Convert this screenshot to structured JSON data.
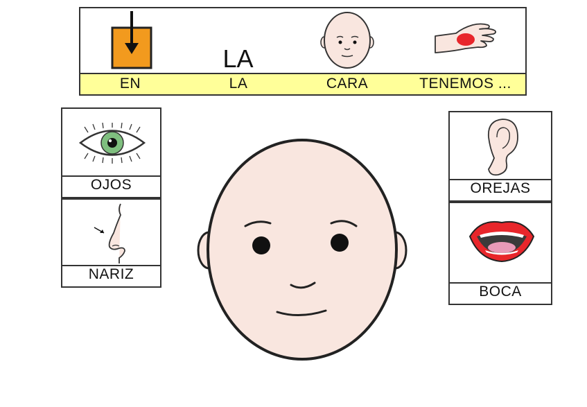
{
  "strip": {
    "words": [
      {
        "label": "EN",
        "icon": "arrow-into-box-icon"
      },
      {
        "label": "LA",
        "icon": "text-la",
        "display": "LA"
      },
      {
        "label": "CARA",
        "icon": "face-icon"
      },
      {
        "label": "TENEMOS ...",
        "icon": "hand-holding-icon"
      }
    ]
  },
  "cards": {
    "ojos": {
      "label": "OJOS",
      "icon": "eye-icon"
    },
    "nariz": {
      "label": "NARIZ",
      "icon": "nose-icon"
    },
    "orejas": {
      "label": "OREJAS",
      "icon": "ear-icon"
    },
    "boca": {
      "label": "BOCA",
      "icon": "mouth-icon"
    }
  },
  "main": {
    "icon": "big-face-icon"
  },
  "colors": {
    "label_band": "#ffff99",
    "skin": "#f9e6df",
    "box_orange": "#f29a1e",
    "eye_green": "#7fbf7f",
    "lips_red": "#e8262b",
    "hand_red": "#e8262b"
  }
}
